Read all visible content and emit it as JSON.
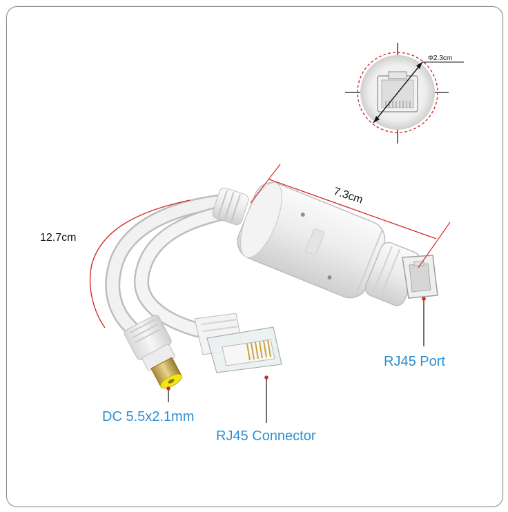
{
  "dimensions": {
    "diameter": "Φ2.3cm",
    "body_length": "7.3cm",
    "cable_length": "12.7cm"
  },
  "callouts": {
    "rj45_port": "RJ45 Port",
    "dc_jack": "DC 5.5x2.1mm",
    "rj45_connector": "RJ45 Connector"
  },
  "colors": {
    "callout_text": "#2f8fd1",
    "marker_red": "#d42a2a",
    "dc_tip_yellow": "#f2e41c",
    "frame_border": "#8d8d8d"
  }
}
